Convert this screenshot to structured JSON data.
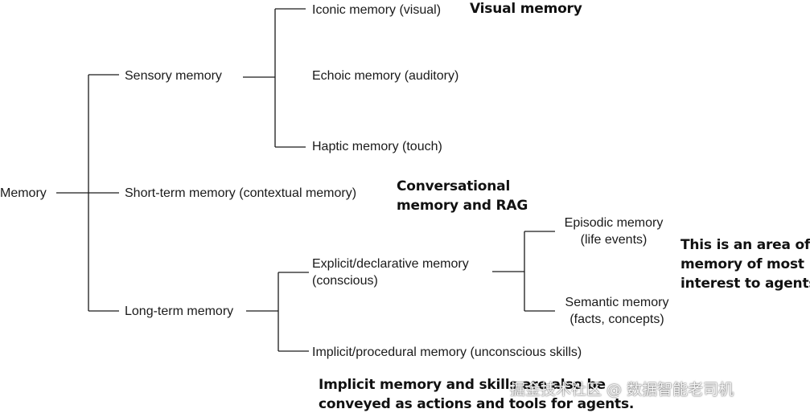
{
  "nodes": {
    "memory": "Memory",
    "sensory": "Sensory memory",
    "iconic": "Iconic memory (visual)",
    "echoic": "Echoic memory (auditory)",
    "haptic": "Haptic memory (touch)",
    "short_term": "Short-term memory (contextual memory)",
    "long_term": "Long-term memory",
    "explicit": [
      "Explicit/declarative memory",
      "(conscious)"
    ],
    "implicit": "Implicit/procedural memory (unconscious skills)",
    "episodic": [
      "Episodic memory",
      "(life events)"
    ],
    "semantic": [
      "Semantic memory",
      "(facts, concepts)"
    ]
  },
  "annotations": {
    "visual": "Visual memory",
    "conversational": [
      "Conversational",
      "memory and RAG"
    ],
    "agents": [
      "This is an area of",
      "memory of most",
      "interest to agents."
    ],
    "implicit_note": [
      "Implicit memory and skills are also be",
      "conveyed as actions and tools for agents."
    ]
  },
  "watermark": "掘金技术社区 @ 数据智能老司机"
}
